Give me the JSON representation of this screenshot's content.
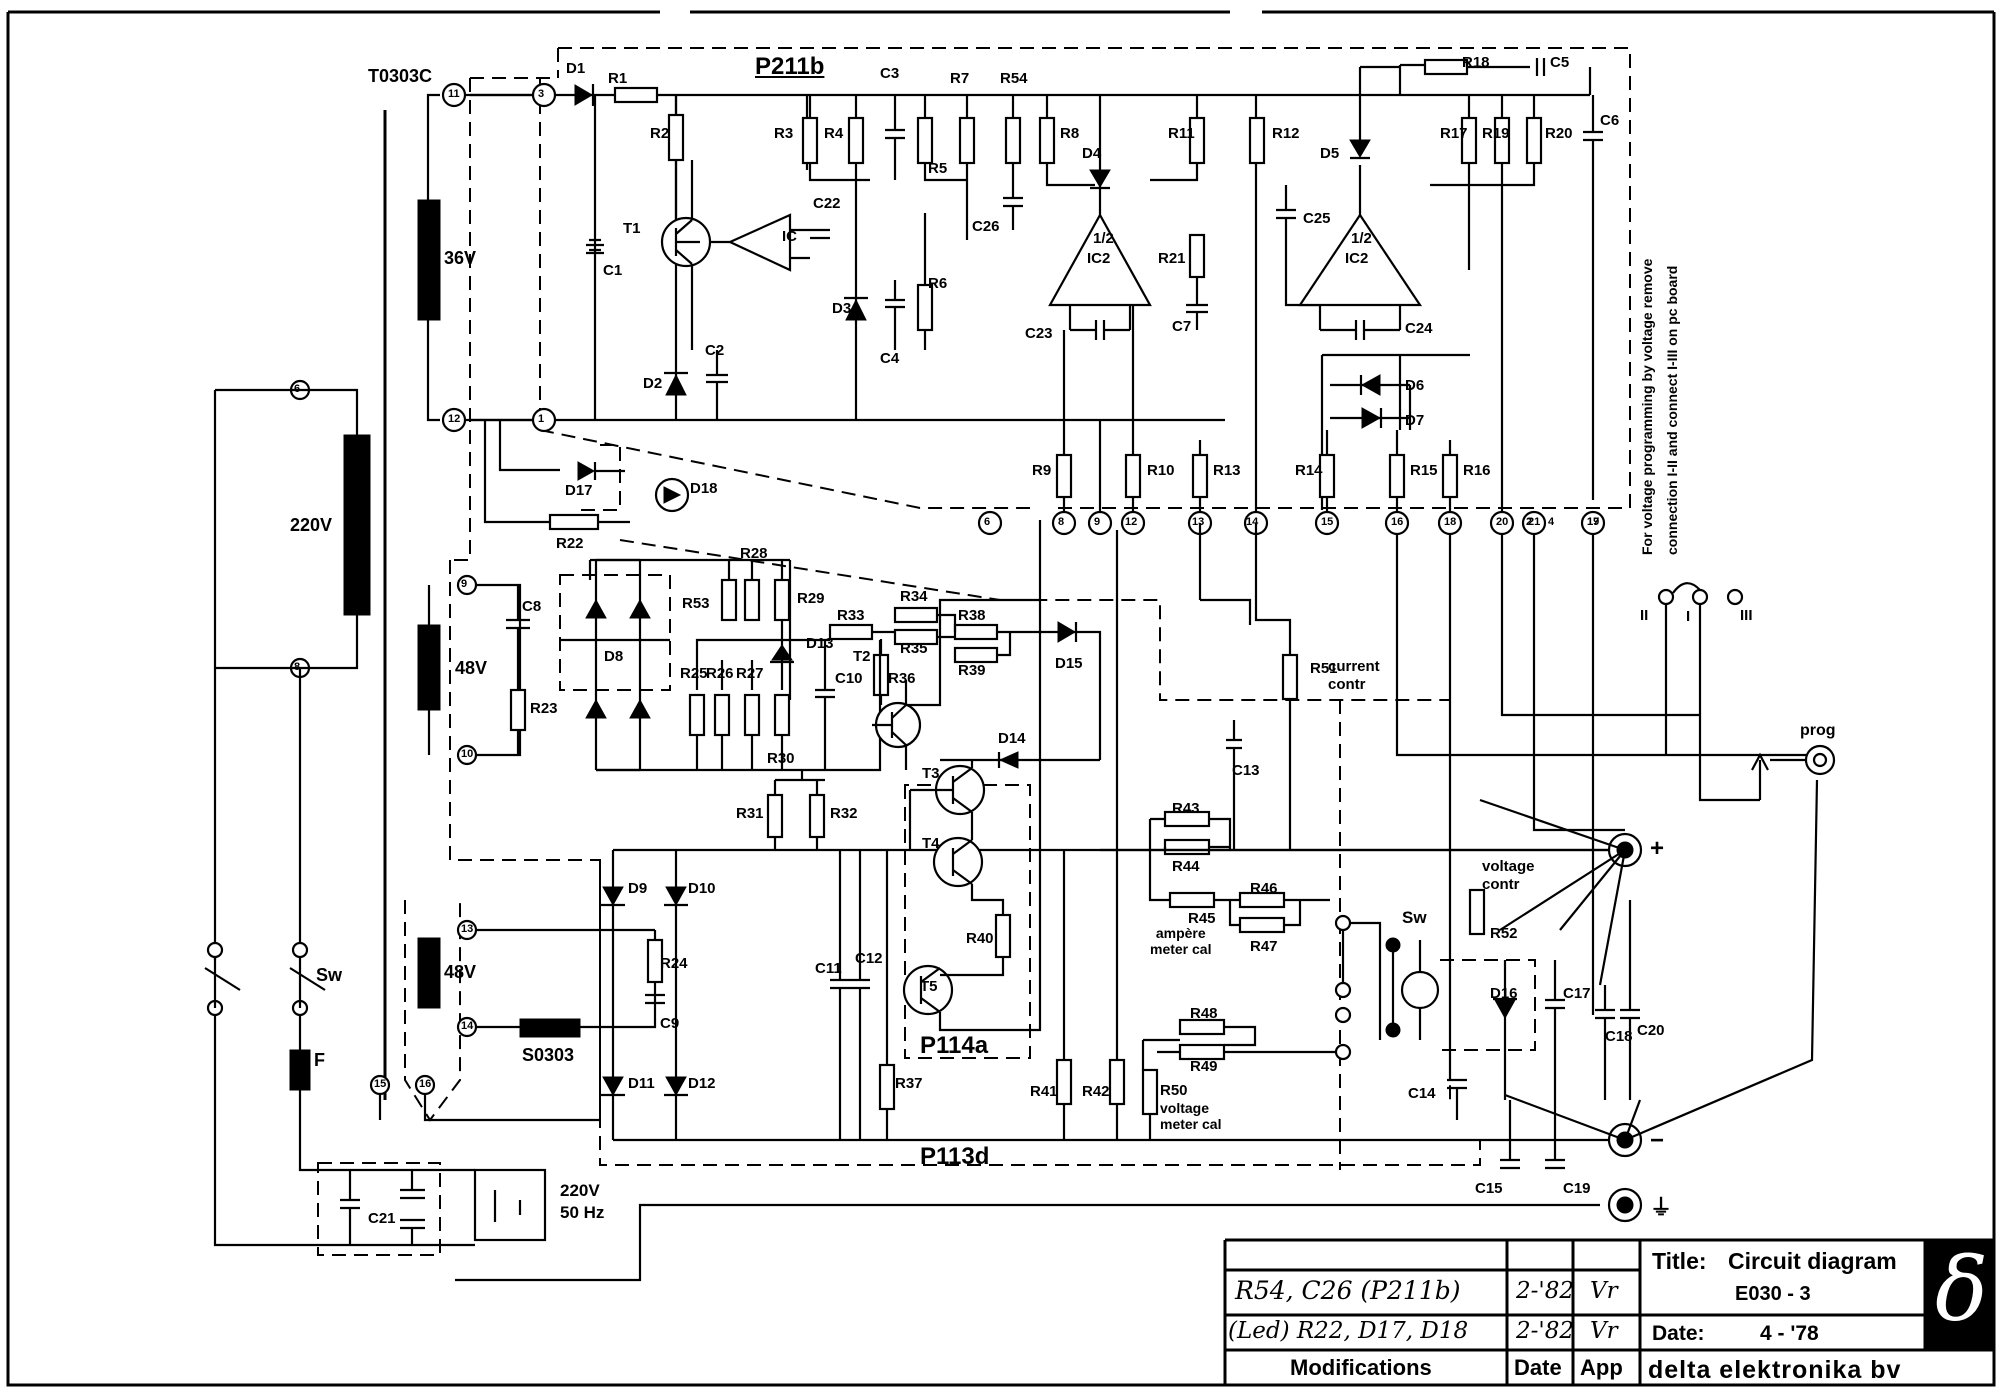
{
  "boards": {
    "board_top": "P211b",
    "board_bottom": "P113d",
    "board_transistor": "P114a"
  },
  "transformer": {
    "name": "T0303C",
    "v36": "36V",
    "v220": "220V",
    "v48a": "48V",
    "v48b": "48V",
    "choke": "S0303"
  },
  "terminals": [
    "11",
    "3",
    "12",
    "1",
    "6",
    "8",
    "9",
    "10",
    "13",
    "14",
    "15",
    "16",
    "6",
    "8",
    "9",
    "12",
    "13",
    "14",
    "15",
    "16",
    "18",
    "20",
    "21",
    "19",
    "2",
    "4",
    "17"
  ],
  "resistors": [
    "R1",
    "R2",
    "R3",
    "R4",
    "R5",
    "R6",
    "R7",
    "R54",
    "R8",
    "R11",
    "R12",
    "R17",
    "R19",
    "R20",
    "R18",
    "R21",
    "R9",
    "R10",
    "R13",
    "R14",
    "R15",
    "R16",
    "R22",
    "R23",
    "R28",
    "R53",
    "R29",
    "R25",
    "R26",
    "R27",
    "R30",
    "R33",
    "R34",
    "R35",
    "R36",
    "R38",
    "R39",
    "R31",
    "R32",
    "R24",
    "R37",
    "R40",
    "R41",
    "R42",
    "R43",
    "R44",
    "R45",
    "R46",
    "R47",
    "R48",
    "R49",
    "R50",
    "R51",
    "R52"
  ],
  "capacitors": [
    "C1",
    "C2",
    "C3",
    "C4",
    "C5",
    "C6",
    "C7",
    "C8",
    "C9",
    "C10",
    "C11",
    "C12",
    "C13",
    "C14",
    "C15",
    "C17",
    "C18",
    "C19",
    "C20",
    "C21",
    "C22",
    "C23",
    "C24",
    "C25",
    "C26"
  ],
  "semis": [
    "D1",
    "D2",
    "D3",
    "D4",
    "D5",
    "D6",
    "D7",
    "D8",
    "D9",
    "D10",
    "D11",
    "D12",
    "D13",
    "D14",
    "D15",
    "D16",
    "D17",
    "D18",
    "T1",
    "T2",
    "T3",
    "T4",
    "T5",
    "IC",
    "1/2",
    "IC2",
    "1/2",
    "IC2"
  ],
  "annotations": {
    "current_contr": "current\ncontr",
    "voltage_contr": "voltage\ncontr",
    "ampere_meter_cal": "ampère\nmeter cal",
    "voltage_meter_cal": "voltage\nmeter cal",
    "prog": "prog",
    "sw": "Sw",
    "fuse": "F",
    "mains": "220V\n50 Hz",
    "plus": "+",
    "minus": "−",
    "ground": "⏚",
    "note": "For voltage programming by voltage remove connection I-II and connect I-III on pc board",
    "pin_I": "I",
    "pin_II": "II",
    "pin_III": "III"
  },
  "title_block": {
    "title_label": "Title:",
    "title_value": "Circuit diagram",
    "drawing_no": "E030 - 3",
    "date_label": "Date:",
    "date_value": "4 - '78",
    "company": "delta elektronika bv",
    "logo": "δ",
    "mod1": "R54, C26 (P211b)",
    "mod1_date": "2-'82",
    "mod1_app": "Vr",
    "mod2": "(Led) R22, D17, D18",
    "mod2_date": "2-'82",
    "mod2_app": "Vr",
    "col_mod": "Modifications",
    "col_date": "Date",
    "col_app": "App"
  }
}
